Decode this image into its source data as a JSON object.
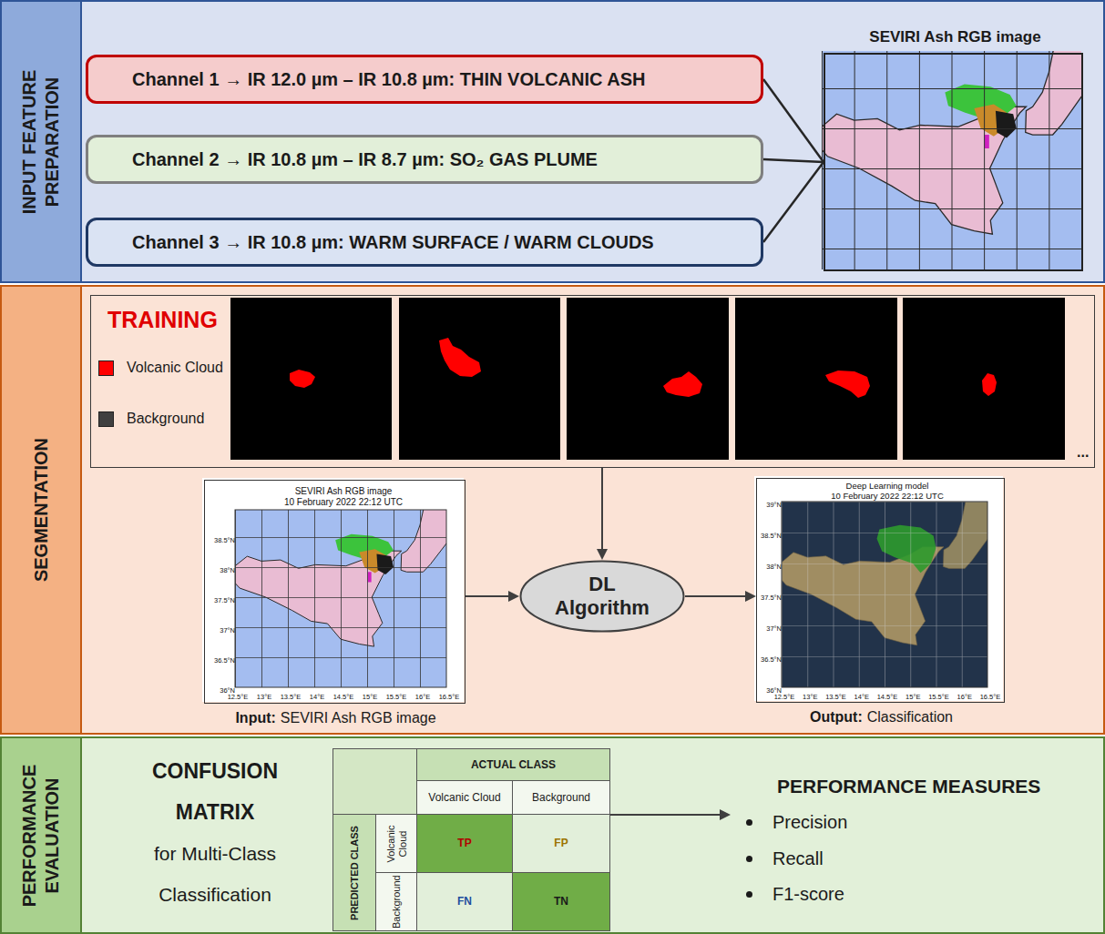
{
  "diagram": {
    "nodes": [
      {
        "text": [
          "INPUT FEATURE PREPARATION"
        ]
      },
      {
        "text": [
          "Channel 1 → IR 12.0 µm – IR 10.8 µm: THIN VOLCANIC ASH"
        ],
        "in": 0
      },
      {
        "text": [
          "Channel 2 → IR 10.8 µm – IR 8.7 µm: SO₂ GAS PLUME"
        ],
        "in": 0
      },
      {
        "text": [
          "Channel 3 → IR 10.8 µm: WARM SURFACE / WARM CLOUDS"
        ],
        "in": 0
      },
      {
        "text": [
          "SEVIRI Ash RGB image"
        ],
        "in": 0
      },
      {
        "text": [
          "SEGMENTATION"
        ]
      },
      {
        "text": [
          "TRAINING"
        ],
        "in": 5
      },
      {
        "text": [
          "SEVIRI Ash RGB image",
          "10 February 2022 22:12 UTC",
          "Input:",
          "SEVIRI Ash RGB image"
        ],
        "in": 5
      },
      {
        "text": [
          "DL Algorithm"
        ],
        "in": 5
      },
      {
        "text": [
          "Deep Learning model",
          "10 February 2022 22:12 UTC",
          "Output:",
          "Classification"
        ],
        "in": 5
      },
      {
        "text": [
          "PERFORMANCE EVALUATION"
        ]
      },
      {
        "text": [
          "ACTUAL CLASS",
          "Volcanic Cloud",
          "Background",
          "PREDICTED CLASS",
          "Volcanic Cloud",
          "Background",
          "TP",
          "FP",
          "FN",
          "TN"
        ],
        "in": 10
      },
      {
        "text": [
          "PERFORMANCE MEASURES",
          "Precision",
          "Recall",
          "F1-score"
        ],
        "in": 10
      }
    ],
    "edges": [
      {
        "from": 1,
        "to": 4,
        "arrow": "none"
      },
      {
        "from": 2,
        "to": 4,
        "arrow": "none"
      },
      {
        "from": 3,
        "to": 4,
        "arrow": "none"
      },
      {
        "from": 6,
        "to": 8,
        "arrow": "to"
      },
      {
        "from": 7,
        "to": 8,
        "arrow": "to"
      },
      {
        "from": 8,
        "to": 9,
        "arrow": "to"
      },
      {
        "from": 11,
        "to": 12,
        "arrow": "to"
      }
    ],
    "labels": [
      "CONFUSION MATRIX",
      "for Multi-Class Classification",
      "...",
      "38.5°N",
      "38°N",
      "37.5°N",
      "37°N",
      "36.5°N",
      "36°N",
      "12.5°E",
      "13°E",
      "13.5°E",
      "14°E",
      "14.5°E",
      "15°E",
      "15.5°E",
      "16°E",
      "16.5°E",
      "39°N",
      "38.5°N",
      "38°N",
      "37.5°N",
      "37°N",
      "36.5°N",
      "36°N",
      "12.5°E",
      "13°E",
      "13.5°E",
      "14°E",
      "14.5°E",
      "15°E",
      "15.5°E",
      "16°E",
      "16.5°E"
    ],
    "legend": [
      {
        "text": "Volcanic Cloud",
        "color": "#ff0000"
      },
      {
        "text": "Background",
        "color": "#404040"
      }
    ]
  }
}
